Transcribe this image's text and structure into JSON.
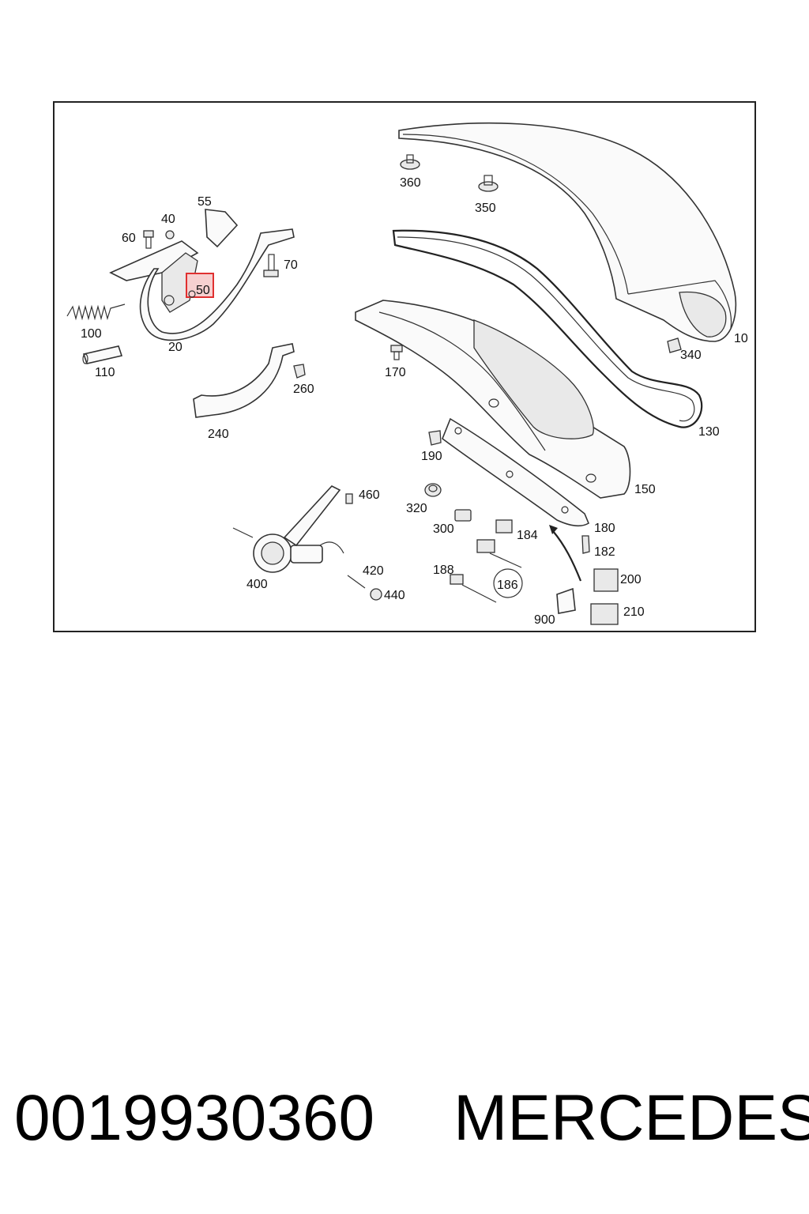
{
  "callouts": [
    {
      "id": "l10",
      "text": "10"
    },
    {
      "id": "l20",
      "text": "20"
    },
    {
      "id": "l40",
      "text": "40"
    },
    {
      "id": "l50",
      "text": "50"
    },
    {
      "id": "l55",
      "text": "55"
    },
    {
      "id": "l60",
      "text": "60"
    },
    {
      "id": "l70",
      "text": "70"
    },
    {
      "id": "l100",
      "text": "100"
    },
    {
      "id": "l110",
      "text": "110"
    },
    {
      "id": "l130",
      "text": "130"
    },
    {
      "id": "l150",
      "text": "150"
    },
    {
      "id": "l170",
      "text": "170"
    },
    {
      "id": "l180",
      "text": "180"
    },
    {
      "id": "l182",
      "text": "182"
    },
    {
      "id": "l184",
      "text": "184"
    },
    {
      "id": "l186",
      "text": "186"
    },
    {
      "id": "l188",
      "text": "188"
    },
    {
      "id": "l190",
      "text": "190"
    },
    {
      "id": "l200",
      "text": "200"
    },
    {
      "id": "l210",
      "text": "210"
    },
    {
      "id": "l240",
      "text": "240"
    },
    {
      "id": "l260",
      "text": "260"
    },
    {
      "id": "l300",
      "text": "300"
    },
    {
      "id": "l320",
      "text": "320"
    },
    {
      "id": "l340",
      "text": "340"
    },
    {
      "id": "l350",
      "text": "350"
    },
    {
      "id": "l360",
      "text": "360"
    },
    {
      "id": "l400",
      "text": "400"
    },
    {
      "id": "l420",
      "text": "420"
    },
    {
      "id": "l440",
      "text": "440"
    },
    {
      "id": "l460",
      "text": "460"
    },
    {
      "id": "l900",
      "text": "900"
    }
  ],
  "highlighted_callout": "50",
  "highlight_color": "#e03030",
  "footer": {
    "part_number": "0019930360",
    "brand": "MERCEDES"
  }
}
